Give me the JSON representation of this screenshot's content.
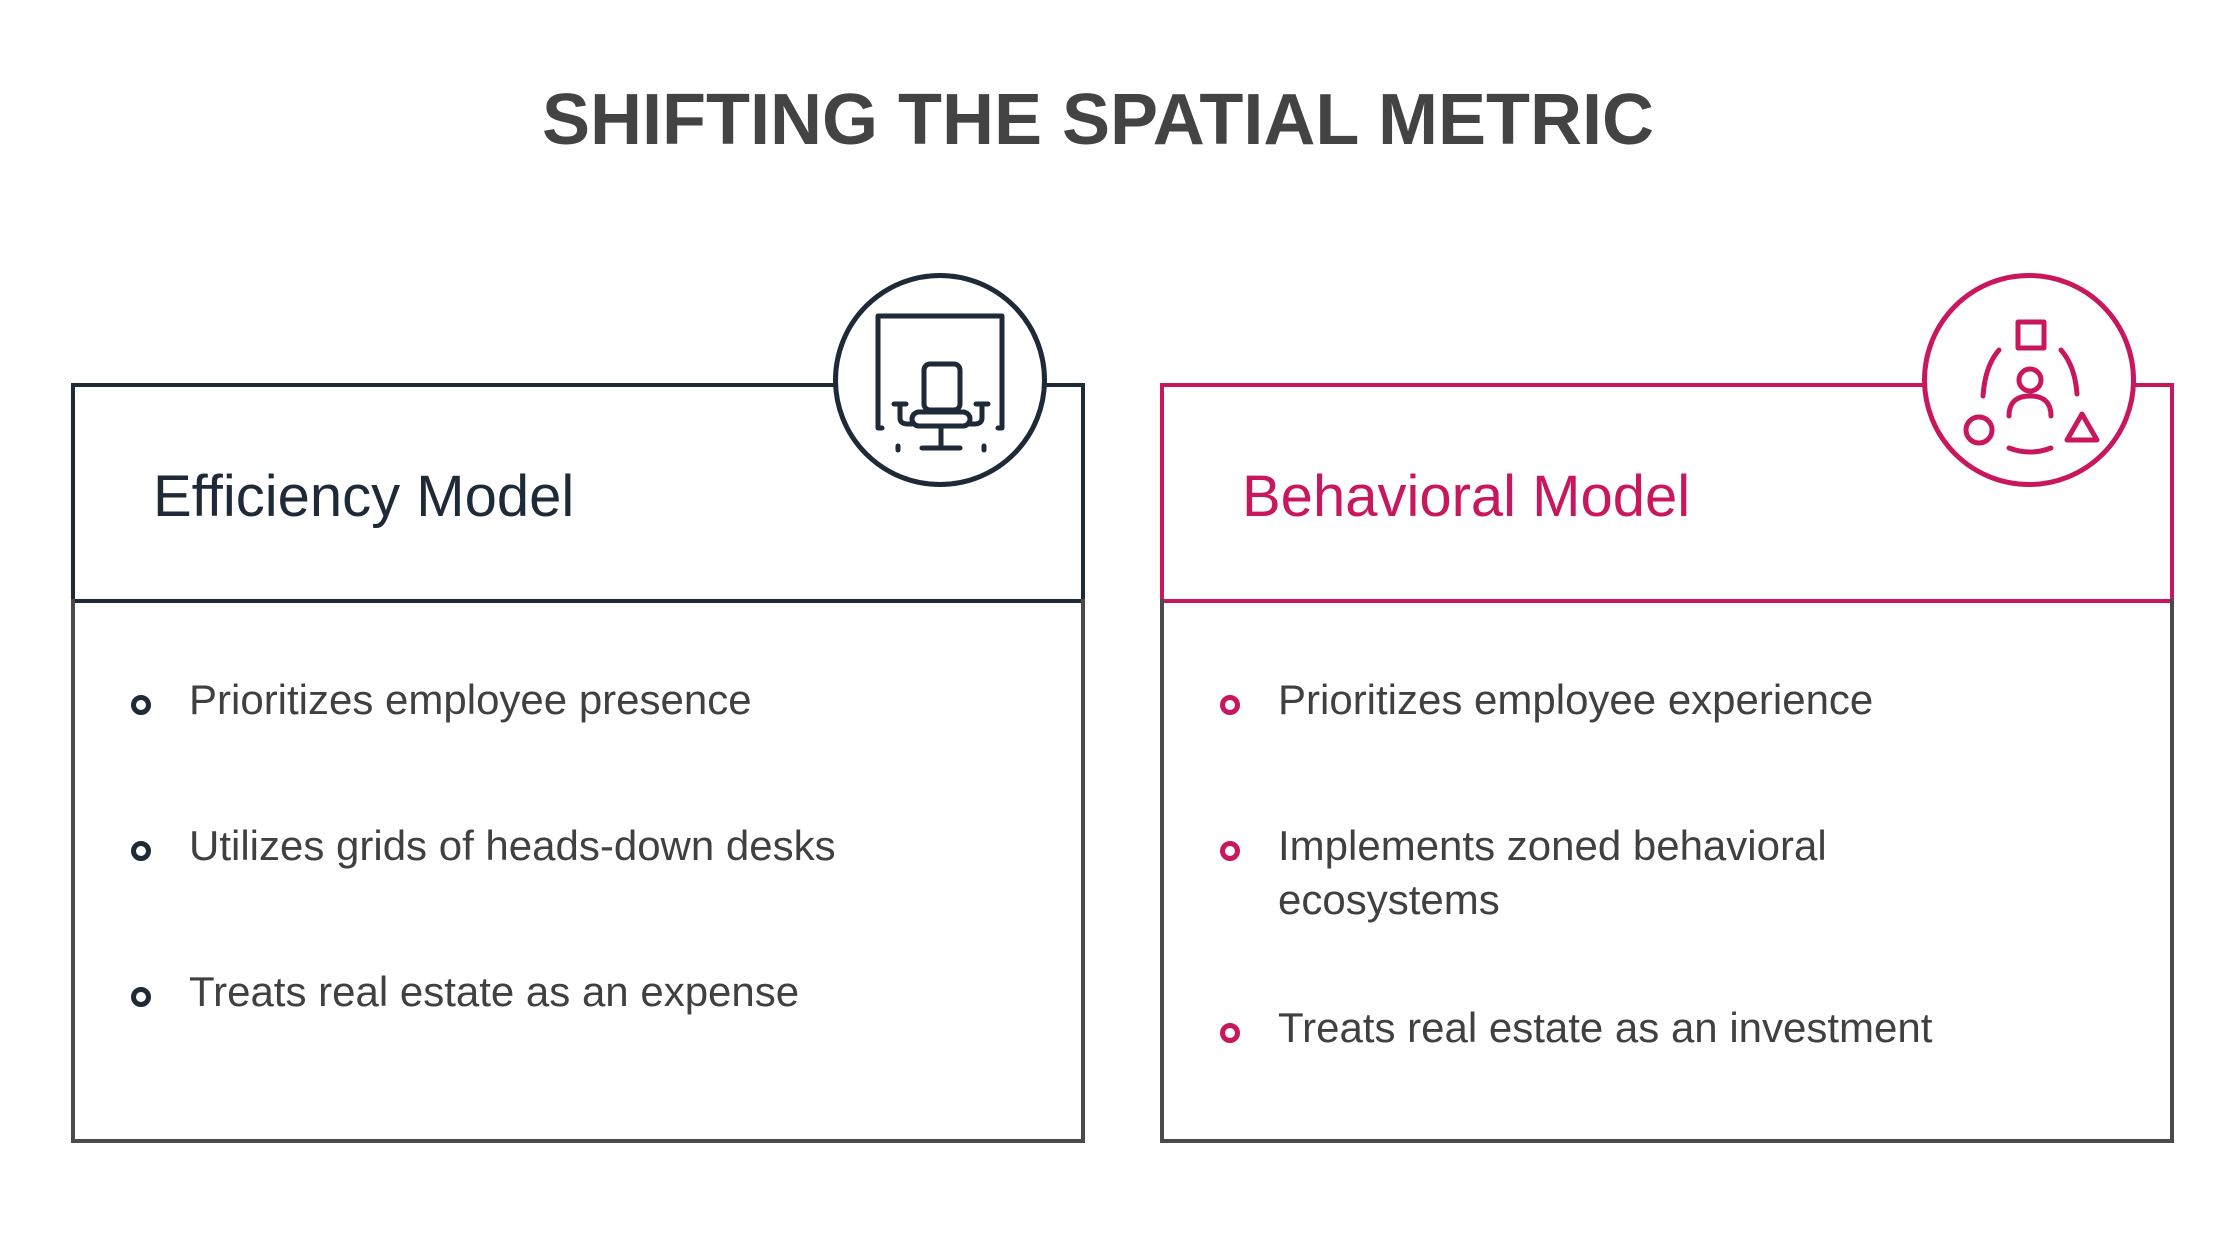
{
  "title": "SHIFTING THE SPATIAL METRIC",
  "colors": {
    "dark": "#1f2a38",
    "accent": "#c8175d",
    "text": "#404040"
  },
  "cards": [
    {
      "heading": "Efficiency Model",
      "icon": "office-chair-icon",
      "bullets": [
        "Prioritizes employee presence",
        "Utilizes grids of heads-down desks",
        "Treats real estate as an expense"
      ]
    },
    {
      "heading": "Behavioral Model",
      "icon": "person-with-shapes-icon",
      "bullets": [
        "Prioritizes employee experience",
        "Implements zoned behavioral ecosystems",
        "Treats real estate as an investment"
      ]
    }
  ]
}
